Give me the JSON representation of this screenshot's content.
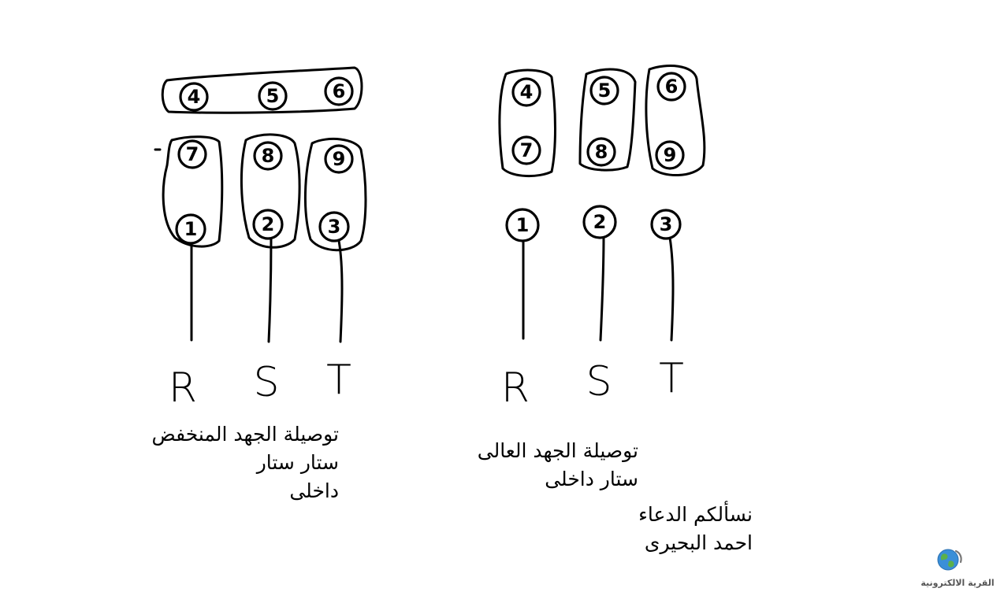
{
  "low_voltage": {
    "terminals": [
      "4",
      "5",
      "6",
      "7",
      "8",
      "9",
      "1",
      "2",
      "3"
    ],
    "phases": [
      "R",
      "S",
      "T"
    ],
    "caption_lines": [
      "توصيلة الجهد المنخفض",
      "ستار ستار",
      "داخلى"
    ]
  },
  "high_voltage": {
    "terminals": [
      "4",
      "5",
      "6",
      "7",
      "8",
      "9",
      "1",
      "2",
      "3"
    ],
    "phases": [
      "R",
      "S",
      "T"
    ],
    "caption_lines": [
      "توصيلة الجهد العالى",
      "ستار داخلى"
    ]
  },
  "credit": {
    "lines": [
      "نسألكم الدعاء",
      "احمد البحيرى"
    ]
  },
  "logo": {
    "text": "القرية الالكترونية"
  },
  "colors": {
    "ink": "#000000",
    "background": "#ffffff",
    "logo_globe": "#3a8fd8",
    "logo_land": "#5bb04a",
    "logo_text": "#555555"
  }
}
